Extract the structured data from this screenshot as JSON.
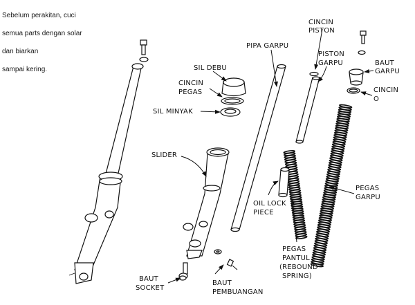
{
  "note": {
    "line1": "Sebelum perakitan, cuci",
    "line2": "semua parts dengan solar",
    "line3": "dan biarkan",
    "line4": "sampai kering."
  },
  "labels": {
    "cincin_piston_1": "CINCIN",
    "cincin_piston_2": "PISTON",
    "pipa_garpu": "PIPA GARPU",
    "piston_garpu_1": "PISTON",
    "piston_garpu_2": "GARPU",
    "baut_garpu_1": "BAUT",
    "baut_garpu_2": "GARPU",
    "sil_debu": "SIL DEBU",
    "cincin_pegas_1": "CINCIN",
    "cincin_pegas_2": "PEGAS",
    "cincin_o_1": "CINCIN",
    "cincin_o_2": "O",
    "sil_minyak": "SIL MINYAK",
    "slider": "SLIDER",
    "pegas_garpu_1": "PEGAS",
    "pegas_garpu_2": "GARPU",
    "oil_lock_1": "OIL LOCK",
    "oil_lock_2": "PIECE",
    "pegas_pantul_1": "PEGAS",
    "pegas_pantul_2": "PANTUL",
    "pegas_pantul_3": "(REBOUND",
    "pegas_pantul_4": "SPRING)",
    "baut_socket_1": "BAUT",
    "baut_socket_2": "SOCKET",
    "baut_pembuangan_1": "BAUT",
    "baut_pembuangan_2": "PEMBUANGAN"
  }
}
